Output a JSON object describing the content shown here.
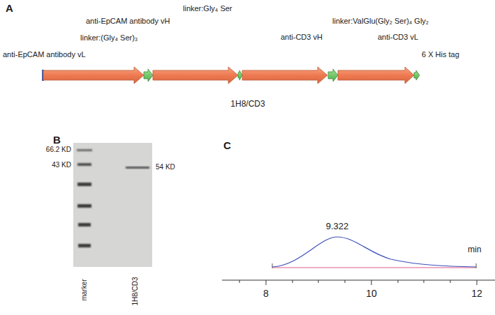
{
  "diagram": {
    "labels": [
      "A",
      "anti-EpCAM antibody vL",
      "linker:(Gly₄ Ser)₃",
      "anti-EpCAM antibody vH",
      "linker:Gly₄ Ser",
      "anti-CD3 vH",
      "linker:ValGlu(Gly₂ Ser)₄ Gly₂",
      "anti-CD3 vL",
      "6 X His tag",
      "1H8/CD3",
      "B",
      "66.2 KD",
      "43 KD",
      "54 KD",
      "marker",
      "1H8/CD3",
      "C",
      "9.322",
      "min",
      "8",
      "10",
      "12"
    ]
  }
}
